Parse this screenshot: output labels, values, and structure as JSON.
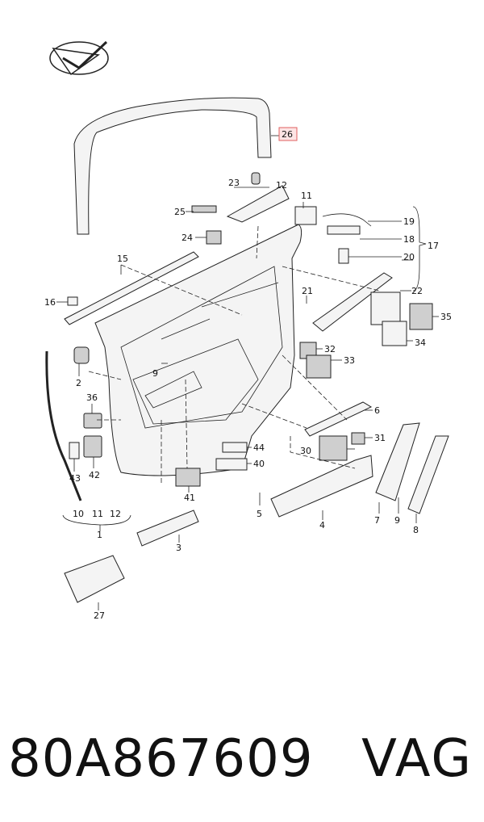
{
  "diagram": {
    "labels": {
      "c1": "1",
      "c2": "2",
      "c3": "3",
      "c4": "4",
      "c5": "5",
      "c6": "6",
      "c7": "7",
      "c8": "8",
      "c9a": "9",
      "c9b": "9",
      "c10": "10",
      "c11a": "11",
      "c11b": "11",
      "c12a": "12",
      "c12b": "12",
      "c15": "15",
      "c16": "16",
      "c17": "17",
      "c18": "18",
      "c19": "19",
      "c20": "20",
      "c21": "21",
      "c22": "22",
      "c23": "23",
      "c24": "24",
      "c25": "25",
      "c26": "26",
      "c27": "27",
      "c30": "30",
      "c31": "31",
      "c32": "32",
      "c33": "33",
      "c34": "34",
      "c35": "35",
      "c36": "36",
      "c40": "40",
      "c41": "41",
      "c42": "42",
      "c43": "43",
      "c44": "44"
    },
    "highlight_color": "#e06060"
  },
  "footer": {
    "part_number": "80A867609",
    "brand": "VAG"
  }
}
